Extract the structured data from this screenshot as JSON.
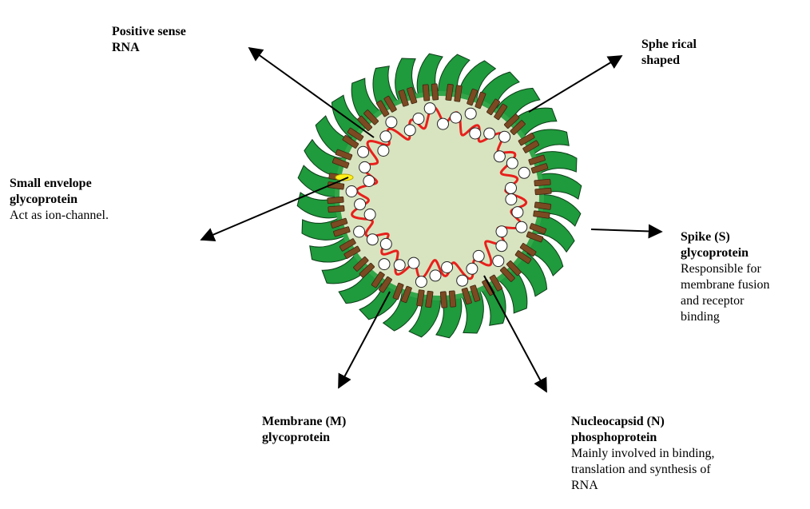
{
  "colors": {
    "spike": "#1f9a3c",
    "spike_stroke": "#0b3d17",
    "membrane_protein": "#7b4a22",
    "envelope_fill": "#d8e4c0",
    "envelope_ring": "#33a64a",
    "rna": "#e8201c",
    "nucleocapsid": "#ffffff",
    "small_envelope": "#ffef1a",
    "arrow": "#000000"
  },
  "labels": {
    "positive_rna": {
      "title": "Positive sense\nRNA"
    },
    "spherical": {
      "title": "Sphe rical\nshaped"
    },
    "small_envelope": {
      "title": "Small envelope\nglycoprotein",
      "desc": "Act as ion-channel."
    },
    "spike": {
      "title": "Spike (S)\nglycoprotein",
      "desc": "Responsible for\nmembrane fusion\nand receptor\nbinding"
    },
    "membrane": {
      "title": "Membrane (M)\nglycoprotein"
    },
    "nucleocapsid": {
      "title": "Nucleocapsid (N)\nphosphoprotein",
      "desc": "Mainly involved in binding,\ntranslation and synthesis of\nRNA"
    }
  }
}
